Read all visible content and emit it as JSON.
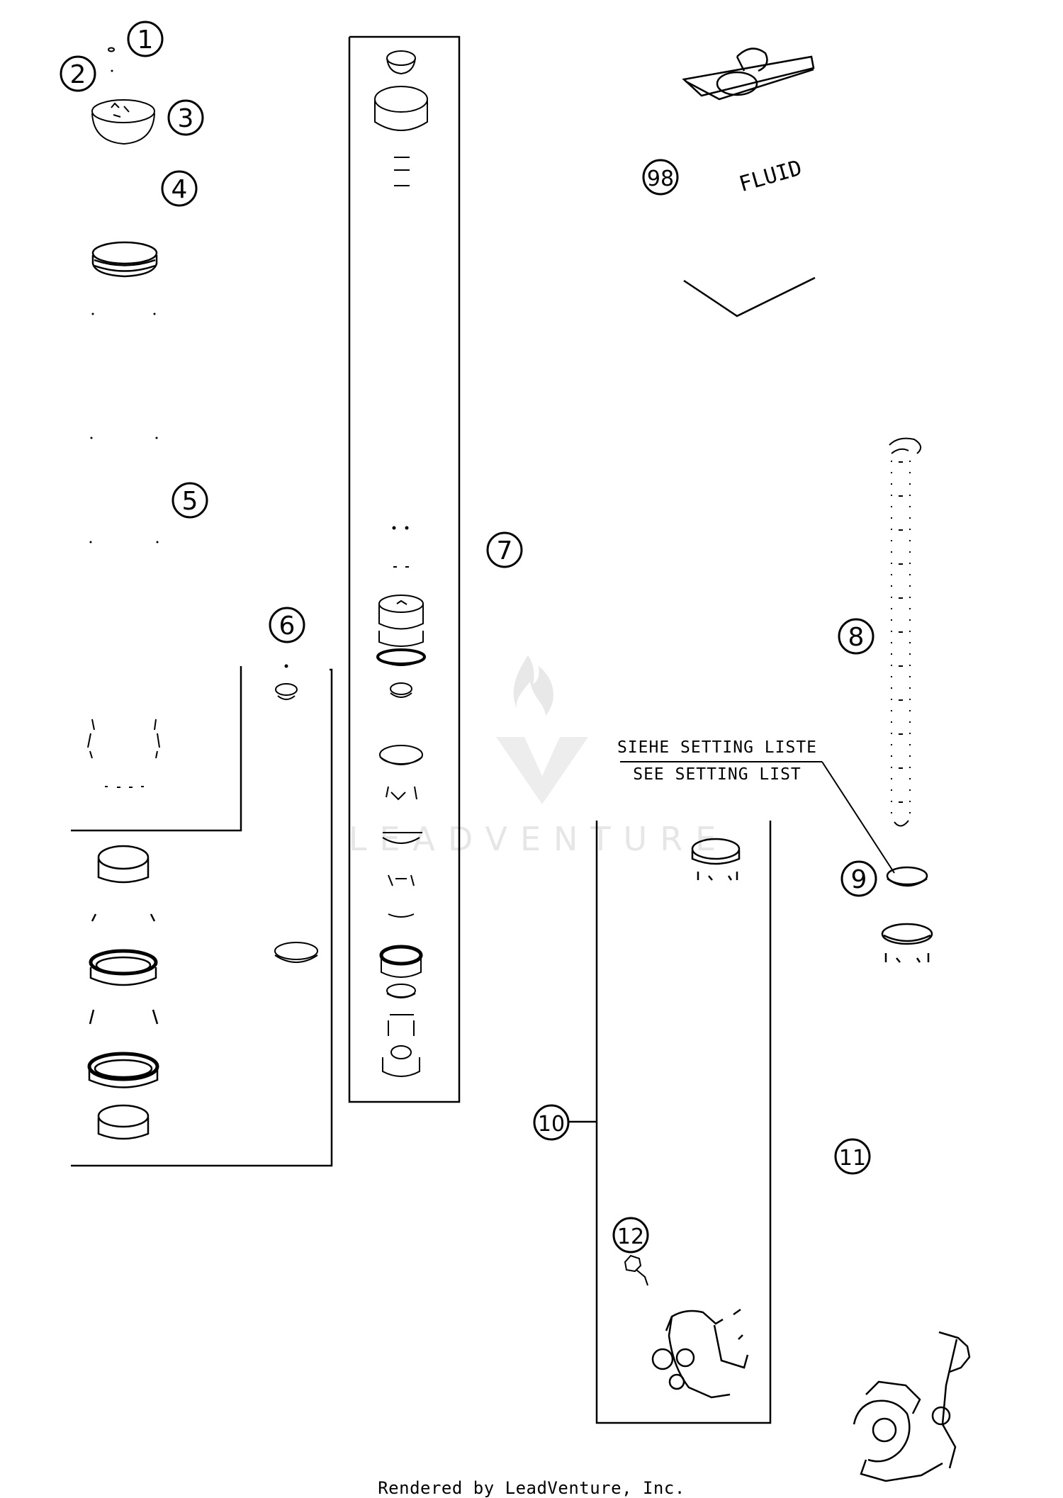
{
  "callouts": [
    "1",
    "2",
    "3",
    "4",
    "5",
    "6",
    "7",
    "8",
    "9",
    "10",
    "11",
    "12",
    "98"
  ],
  "note": {
    "line_de": "SIEHE SETTING LISTE",
    "line_en": "SEE SETTING LIST"
  },
  "container_label": "FLUID",
  "watermark": "LEADVENTURE",
  "footer": "Rendered by LeadVenture, Inc."
}
